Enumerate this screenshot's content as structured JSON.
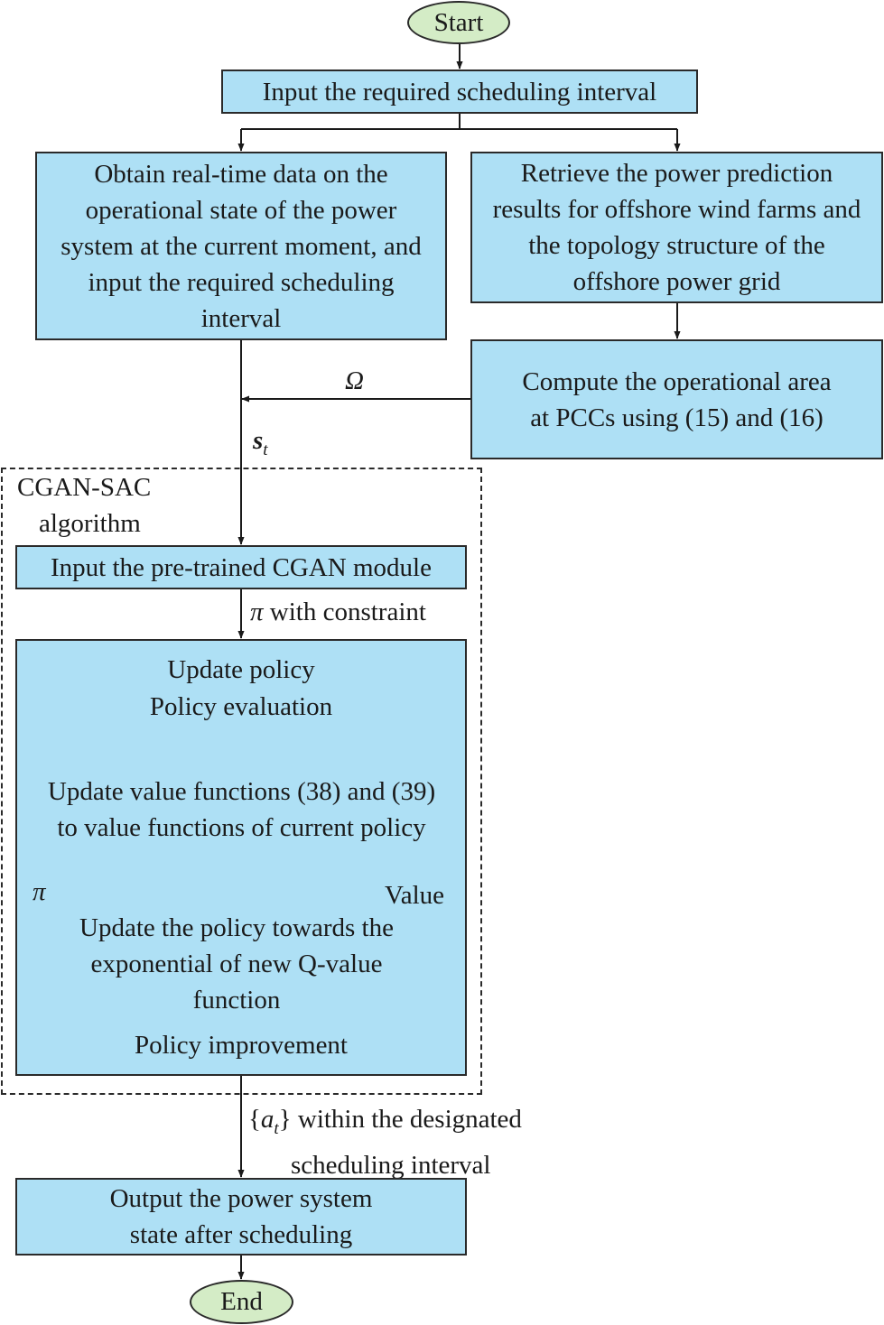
{
  "start": "Start",
  "end": "End",
  "input_interval": "Input the required scheduling interval",
  "obtain_realtime": "Obtain real-time data on the operational state of the power system at the current moment, and input the required scheduling interval",
  "retrieve_prediction": "Retrieve the power prediction results for offshore wind farms and the topology structure of the offshore power grid",
  "compute_area": "Compute the operational area at PCCs using (15) and (16)",
  "omega_label": "Ω",
  "state_label": {
    "symbol": "s",
    "subscript": "t"
  },
  "cgan_sac": {
    "title_line1": "CGAN-SAC",
    "title_line2": "algorithm"
  },
  "input_cgan": "Input the pre-trained CGAN module",
  "pi_constraint": {
    "symbol": "π",
    "text": " with constraint"
  },
  "update_block": {
    "title1": "Update policy",
    "title2": "Policy evaluation",
    "value_update": "Update value functions (38) and (39) to value functions of current policy",
    "pi_label": "π",
    "value_label": "Value",
    "policy_update": "Update the policy towards the exponential of new Q-value function",
    "improvement": "Policy improvement"
  },
  "actions_label": {
    "open": "{",
    "symbol": "a",
    "subscript": "t",
    "close": "}",
    "line1": " within the designated",
    "line2": "scheduling interval"
  },
  "output_state": "Output the power system state after scheduling"
}
